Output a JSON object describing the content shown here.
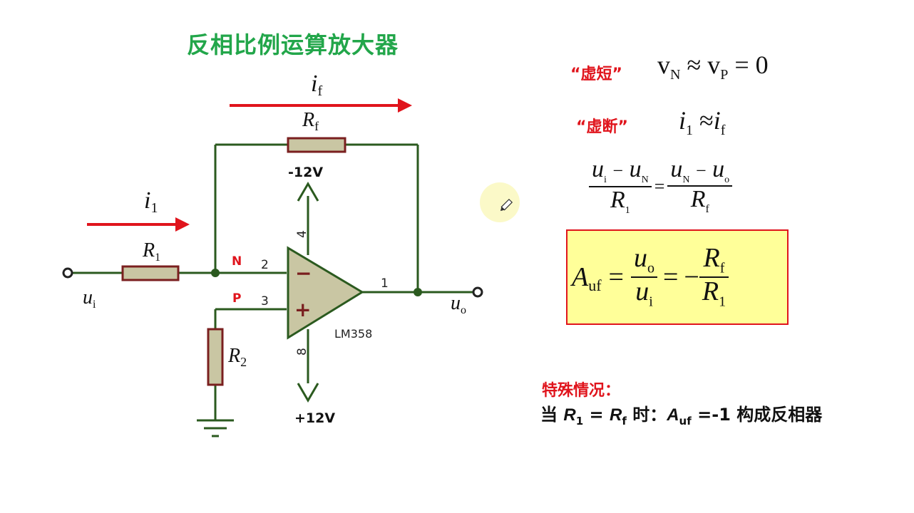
{
  "title": "反相比例运算放大器",
  "circuit": {
    "current_if": {
      "sym": "i",
      "sub": "f"
    },
    "current_i1": {
      "sym": "i",
      "sub": "1"
    },
    "resistor_rf": {
      "sym": "R",
      "sub": "f"
    },
    "resistor_r1": {
      "sym": "R",
      "sub": "1"
    },
    "resistor_r2": {
      "sym": "R",
      "sub": "2"
    },
    "input": {
      "sym": "u",
      "sub": "i"
    },
    "output": {
      "sym": "u",
      "sub": "o"
    },
    "node_n": "N",
    "node_p": "P",
    "pin_2": "2",
    "pin_3": "3",
    "pin_1": "1",
    "pin_4": "4",
    "pin_8": "8",
    "minus_sign": "−",
    "plus_sign": "+",
    "chip": "LM358",
    "supply_top": "-12V",
    "supply_bottom": "+12V"
  },
  "right": {
    "virtual_short_label": "“虚短”",
    "virtual_short_eq": {
      "v1": "v",
      "s1": "N",
      "approx": "≈",
      "v2": "v",
      "s2": "P",
      "eq": "=",
      "zero": "0"
    },
    "virtual_open_label": "“虚断”",
    "virtual_open_eq": {
      "a": "i",
      "as": "1",
      "approx": "≈",
      "b": "i",
      "bs": "f"
    },
    "kcl": {
      "left_num_a": "u",
      "left_num_as": "i",
      "minus1": "−",
      "left_num_b": "u",
      "left_num_bs": "N",
      "left_den": "R",
      "left_den_s": "1",
      "eq": "=",
      "right_num_a": "u",
      "right_num_as": "N",
      "minus2": "−",
      "right_num_b": "u",
      "right_num_bs": "o",
      "right_den": "R",
      "right_den_s": "f"
    },
    "gain": {
      "lhs": "A",
      "lhs_s": "uf",
      "eq1": "=",
      "num": "u",
      "num_s": "o",
      "den": "u",
      "den_s": "i",
      "eq2": "=",
      "neg": "−",
      "num2": "R",
      "num2_s": "f",
      "den2": "R",
      "den2_s": "1"
    },
    "special_title": "特殊情况：",
    "special": {
      "when": "当",
      "r1": "R",
      "r1s": "1",
      "eq": "=",
      "rf": "R",
      "rfs": "f",
      "shi": "时：",
      "a": "A",
      "as": "uf",
      "val": "=-1",
      "tail": "构成反相器"
    }
  },
  "colors": {
    "title": "#22a64a",
    "wire": "#2b5a1f",
    "resistor": "#c9c6a3",
    "resistor_border": "#7a1f1f",
    "arrow": "#e0141c",
    "divider": "#22a64a",
    "box": "#ffff99"
  }
}
